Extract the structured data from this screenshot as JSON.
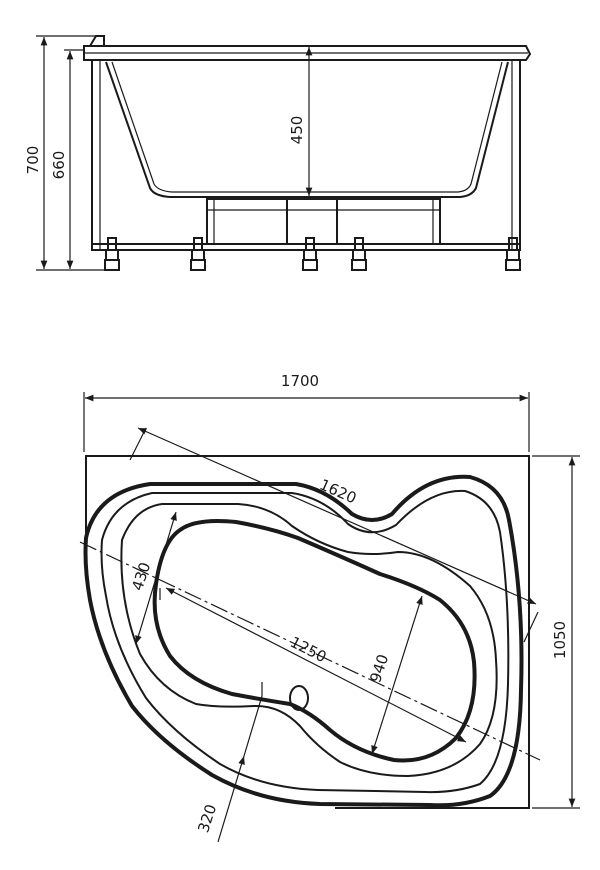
{
  "side_view": {
    "dims": {
      "total_height": "700",
      "body_height": "660",
      "inner_depth": "450"
    }
  },
  "top_view": {
    "dims": {
      "total_width": "1700",
      "total_depth": "1050",
      "diagonal_length": "1620",
      "inner_length": "1250",
      "inner_width": "940",
      "headrest_width": "430",
      "seat_offset": "320"
    }
  }
}
